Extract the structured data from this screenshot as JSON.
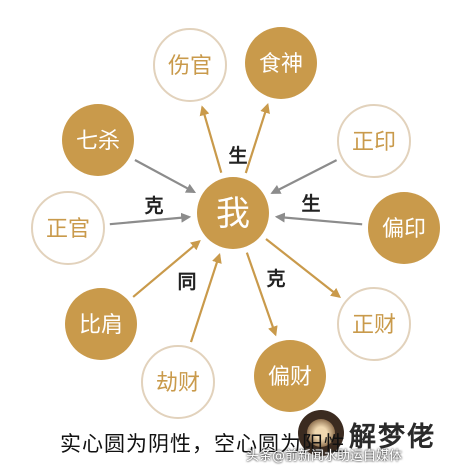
{
  "colors": {
    "solid": "#C99A4B",
    "solid_text": "#FFFFFF",
    "hollow_fill": "#FFFFFF",
    "hollow_stroke": "#E2D2BC",
    "hollow_text": "#C99A4B",
    "arrow_sheng": "#C99A4B",
    "arrow_ke": "#8C8C8C",
    "label": "#222222"
  },
  "center": {
    "label": "我"
  },
  "nodes": [
    {
      "id": "shangguan",
      "label": "伤官",
      "style": "hollow"
    },
    {
      "id": "shishen",
      "label": "食神",
      "style": "solid"
    },
    {
      "id": "zhengyin",
      "label": "正印",
      "style": "hollow"
    },
    {
      "id": "pianyin",
      "label": "偏印",
      "style": "solid"
    },
    {
      "id": "zhengcai",
      "label": "正财",
      "style": "hollow"
    },
    {
      "id": "piancai",
      "label": "偏财",
      "style": "solid"
    },
    {
      "id": "jiecai",
      "label": "劫财",
      "style": "hollow"
    },
    {
      "id": "bijian",
      "label": "比肩",
      "style": "solid"
    },
    {
      "id": "zhengguan",
      "label": "正官",
      "style": "hollow"
    },
    {
      "id": "qisha",
      "label": "七杀",
      "style": "solid"
    }
  ],
  "relations": {
    "sheng_top": "生",
    "sheng_right": "生",
    "ke_left": "克",
    "ke_bottom": "克",
    "tong": "同"
  },
  "footer": {
    "caption": "实心圆为阴性，空心圆为阳性",
    "watermark": "头条@前新闻水助运自媒体",
    "logo": "解梦佬"
  }
}
